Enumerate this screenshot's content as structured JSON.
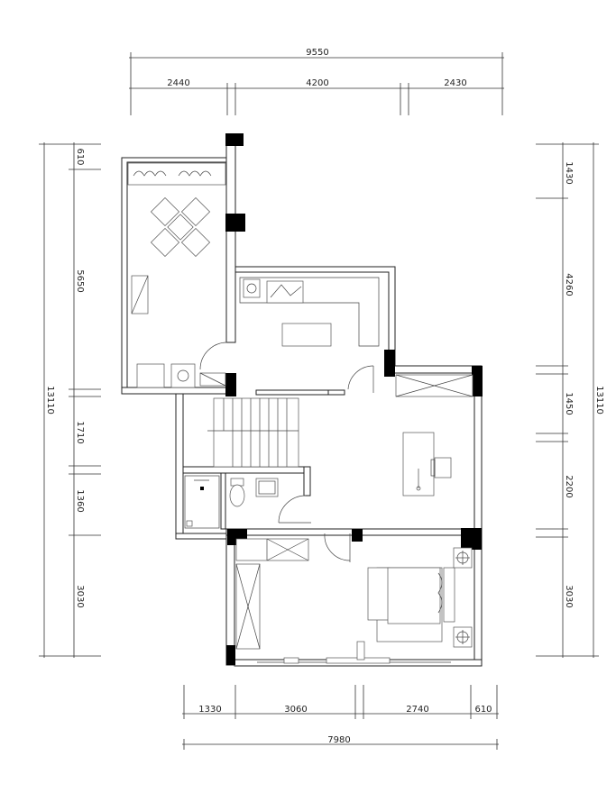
{
  "dimensions": {
    "top_total": "9550",
    "top_segments": [
      "2440",
      "4200",
      "2430"
    ],
    "left_total": "13110",
    "left_segments": [
      "610",
      "5650",
      "1710",
      "1360",
      "3030"
    ],
    "right_total": "13110",
    "right_segments": [
      "1430",
      "4260",
      "1450",
      "2200",
      "3030"
    ],
    "bottom_segments": [
      "1330",
      "3060",
      "2740",
      "610"
    ],
    "bottom_total": "7980"
  }
}
